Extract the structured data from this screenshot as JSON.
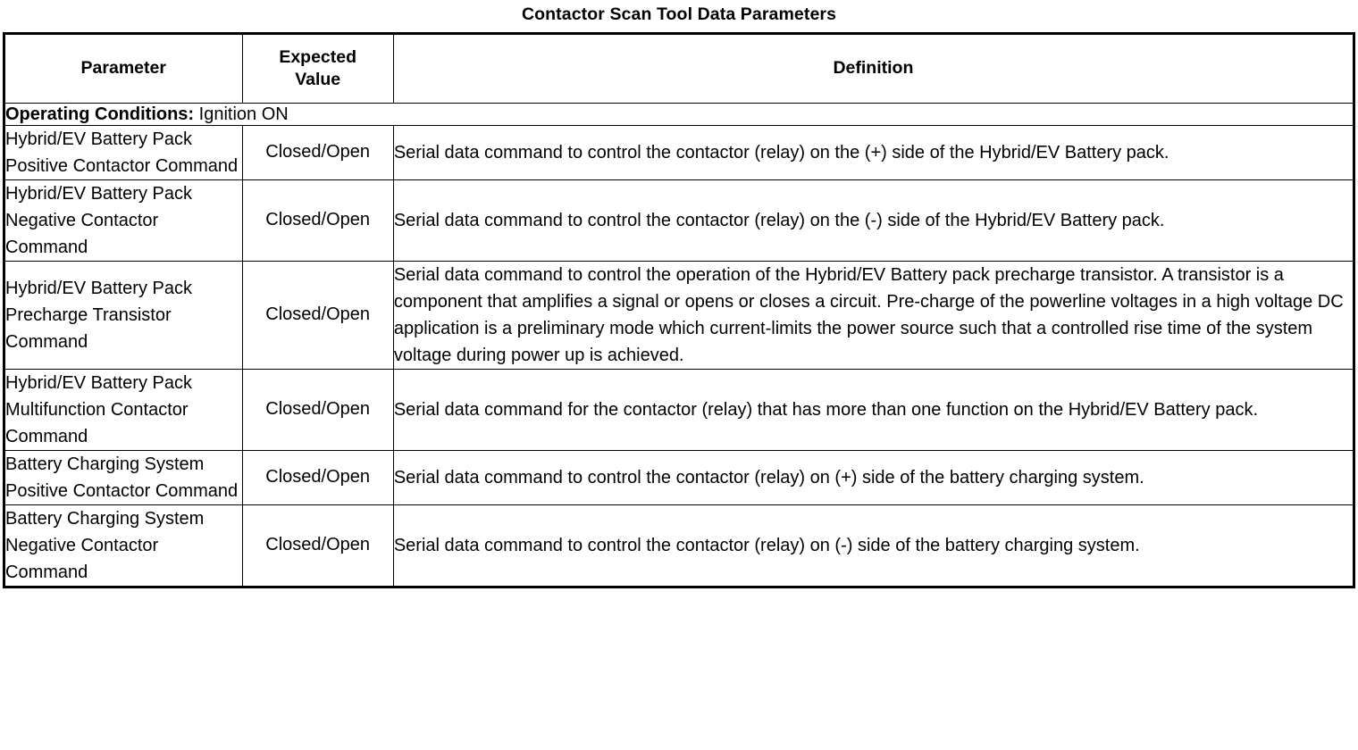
{
  "document": {
    "title": "Contactor Scan Tool Data Parameters"
  },
  "table": {
    "headers": {
      "parameter": "Parameter",
      "expected_value": "Expected\nValue",
      "expected_value_line1": "Expected",
      "expected_value_line2": "Value",
      "definition": "Definition"
    },
    "operating_conditions": {
      "label": "Operating Conditions:",
      "value": "Ignition ON"
    },
    "rows": [
      {
        "parameter": "Hybrid/EV Battery Pack Positive Contactor Command",
        "expected_value": "Closed/Open",
        "definition": "Serial data command to control the contactor (relay) on the (+) side of the Hybrid/EV Battery pack."
      },
      {
        "parameter": "Hybrid/EV Battery Pack Negative Contactor Command",
        "expected_value": "Closed/Open",
        "definition": "Serial data command to control the contactor (relay) on the (-) side of the Hybrid/EV Battery pack."
      },
      {
        "parameter": "Hybrid/EV Battery Pack Precharge Transistor Command",
        "expected_value": "Closed/Open",
        "definition": "Serial data command to control the operation of the Hybrid/EV Battery pack precharge transistor. A transistor is a component that amplifies a signal or opens or closes a circuit. Pre-charge of the powerline voltages in a high voltage DC application is a preliminary mode which current-limits the power source such that a controlled rise time of the system voltage during power up is achieved."
      },
      {
        "parameter": "Hybrid/EV Battery Pack Multifunction Contactor Command",
        "expected_value": "Closed/Open",
        "definition": "Serial data command for the contactor (relay) that has more than one function on the Hybrid/EV Battery pack."
      },
      {
        "parameter": "Battery Charging System Positive Contactor Command",
        "expected_value": "Closed/Open",
        "definition": "Serial data command to control the contactor (relay) on (+) side of the battery charging system."
      },
      {
        "parameter": "Battery Charging System Negative Contactor Command",
        "expected_value": "Closed/Open",
        "definition": "Serial data command to control the contactor (relay) on (-) side of the battery charging system."
      }
    ]
  },
  "colors": {
    "text": "#000000",
    "background": "#ffffff",
    "border": "#000000"
  }
}
